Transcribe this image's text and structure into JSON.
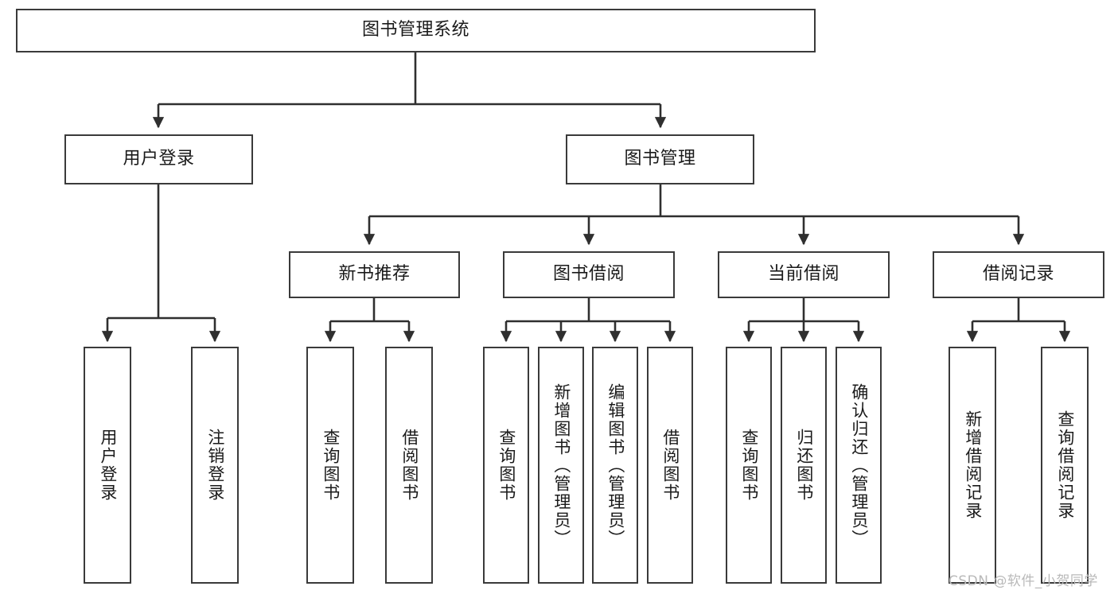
{
  "diagram": {
    "title": "图书管理系统",
    "type": "tree-hierarchy-chart",
    "root": {
      "label": "图书管理系统"
    },
    "level2": [
      {
        "label": "用户登录"
      },
      {
        "label": "图书管理"
      }
    ],
    "level3": [
      {
        "label": "新书推荐"
      },
      {
        "label": "图书借阅"
      },
      {
        "label": "当前借阅"
      },
      {
        "label": "借阅记录"
      }
    ],
    "leaves": {
      "user_login": [
        {
          "label": "用户登录"
        },
        {
          "label": "注销登录"
        }
      ],
      "new_book_recommend": [
        {
          "label": "查询图书"
        },
        {
          "label": "借阅图书"
        }
      ],
      "book_borrow": [
        {
          "label": "查询图书"
        },
        {
          "label": "新增图书（管理员）"
        },
        {
          "label": "编辑图书（管理员）"
        },
        {
          "label": "借阅图书"
        }
      ],
      "current_borrow": [
        {
          "label": "查询图书"
        },
        {
          "label": "归还图书"
        },
        {
          "label": "确认归还（管理员）"
        }
      ],
      "borrow_record": [
        {
          "label": "新增借阅记录"
        },
        {
          "label": "查询借阅记录"
        }
      ]
    }
  },
  "watermark": {
    "text": "CSDN @软件_小贺同学"
  },
  "colors": {
    "box_border": "#3a3a3a",
    "box_fill": "#ffffff",
    "connector": "#2f2f2f",
    "text": "#1a1a1a",
    "watermark": "#b9b9b9"
  }
}
